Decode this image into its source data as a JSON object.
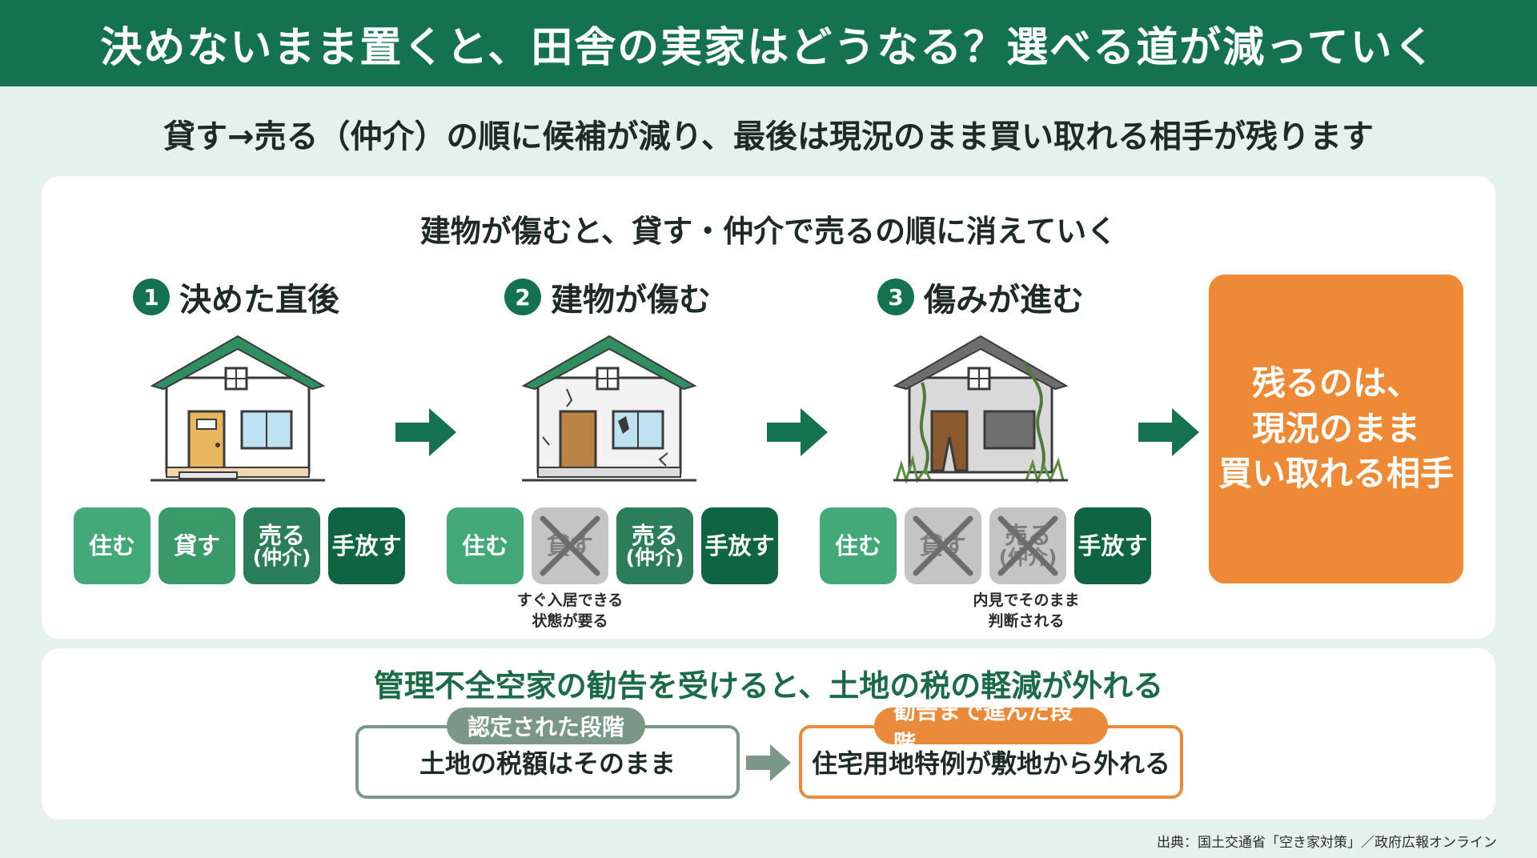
{
  "header": {
    "title": "決めないまま置くと、田舎の実家はどうなる？選べる道が減っていく"
  },
  "subtitle": "貸す→売る（仲介）の順に候補が減り、最後は現況のまま買い取れる相手が残ります",
  "top_panel": {
    "title": "建物が傷むと、貸す・仲介で売るの順に消えていく",
    "stages": [
      {
        "num": "1",
        "label": "決めた直後",
        "options": [
          {
            "l1": "住む",
            "l2": "",
            "available": true
          },
          {
            "l1": "貸す",
            "l2": "",
            "available": true
          },
          {
            "l1": "売る",
            "l2": "(仲介)",
            "available": true
          },
          {
            "l1": "手放す",
            "l2": "",
            "available": true
          }
        ],
        "note": ""
      },
      {
        "num": "2",
        "label": "建物が傷む",
        "options": [
          {
            "l1": "住む",
            "l2": "",
            "available": true
          },
          {
            "l1": "貸す",
            "l2": "",
            "available": false
          },
          {
            "l1": "売る",
            "l2": "(仲介)",
            "available": true
          },
          {
            "l1": "手放す",
            "l2": "",
            "available": true
          }
        ],
        "note": "すぐ入居できる\n状態が要る"
      },
      {
        "num": "3",
        "label": "傷みが進む",
        "options": [
          {
            "l1": "住む",
            "l2": "",
            "available": true
          },
          {
            "l1": "貸す",
            "l2": "",
            "available": false
          },
          {
            "l1": "売る",
            "l2": "(仲介)",
            "available": false
          },
          {
            "l1": "手放す",
            "l2": "",
            "available": true
          }
        ],
        "note": "内見でそのまま\n判断される"
      }
    ],
    "result": {
      "line1": "残るのは、",
      "line2": "現況のまま",
      "line3": "買い取れる相手"
    }
  },
  "bottom_panel": {
    "title": "管理不全空家の勧告を受けると、土地の税の軽減が外れる",
    "left": {
      "tag": "認定された段階",
      "text": "土地の税額はそのまま"
    },
    "right": {
      "tag": "勧告まで進んだ段階",
      "text": "住宅用地特例が敷地から外れる"
    }
  },
  "source": "出典：国土交通省「空き家対策」／政府広報オンライン",
  "colors": {
    "primary_green": "#157250",
    "accent_orange": "#ee8a35",
    "disabled_gray": "#c4c4c4",
    "neutral_green_gray": "#7a9787"
  }
}
